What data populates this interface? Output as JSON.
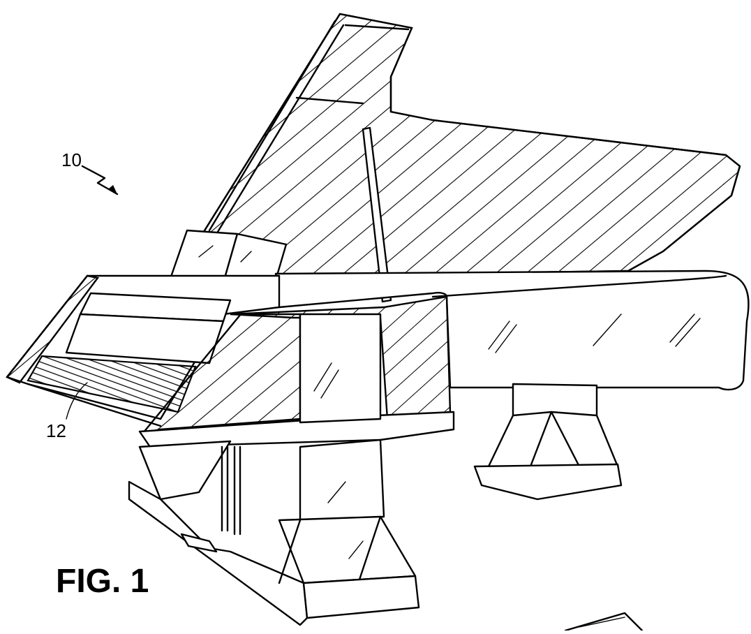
{
  "figure": {
    "caption": "FIG. 1",
    "ref_main": "10",
    "ref_keyboard": "12"
  }
}
